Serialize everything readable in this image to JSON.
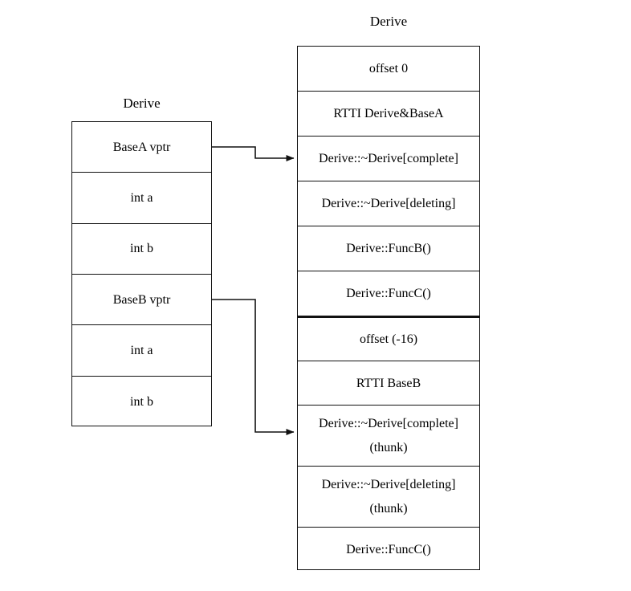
{
  "diagram": {
    "object_layout": {
      "title": "Derive",
      "rows": [
        {
          "label": "BaseA vptr",
          "is_vptr": true
        },
        {
          "label": "int a",
          "is_vptr": false
        },
        {
          "label": "int b",
          "is_vptr": false
        },
        {
          "label": "BaseB vptr",
          "is_vptr": true
        },
        {
          "label": "int a",
          "is_vptr": false
        },
        {
          "label": "int b",
          "is_vptr": false
        }
      ]
    },
    "vtable": {
      "title": "Derive",
      "rows": [
        {
          "label": "offset 0",
          "line2": "",
          "section_break": false
        },
        {
          "label": "RTTI Derive&BaseA",
          "line2": "",
          "section_break": false
        },
        {
          "label": "Derive::~Derive[complete]",
          "line2": "",
          "section_break": false
        },
        {
          "label": "Derive::~Derive[deleting]",
          "line2": "",
          "section_break": false
        },
        {
          "label": "Derive::FuncB()",
          "line2": "",
          "section_break": false
        },
        {
          "label": "Derive::FuncC()",
          "line2": "",
          "section_break": false
        },
        {
          "label": "offset (-16)",
          "line2": "",
          "section_break": true
        },
        {
          "label": "RTTI BaseB",
          "line2": "",
          "section_break": false
        },
        {
          "label": "Derive::~Derive[complete]",
          "line2": "(thunk)",
          "section_break": false
        },
        {
          "label": "Derive::~Derive[deleting]",
          "line2": "(thunk)",
          "section_break": false
        },
        {
          "label": "Derive::FuncC()",
          "line2": "",
          "section_break": false
        }
      ]
    },
    "connectors": [
      {
        "name": "basea-vptr-to-vtable",
        "from_row": "BaseA vptr",
        "to_row": "Derive::~Derive[complete]"
      },
      {
        "name": "baseb-vptr-to-vtable",
        "from_row": "BaseB vptr",
        "to_row": "Derive::~Derive[complete] (thunk)"
      }
    ],
    "colors": {
      "background": "#ffffff",
      "stroke": "#111111",
      "text": "#000000"
    }
  }
}
